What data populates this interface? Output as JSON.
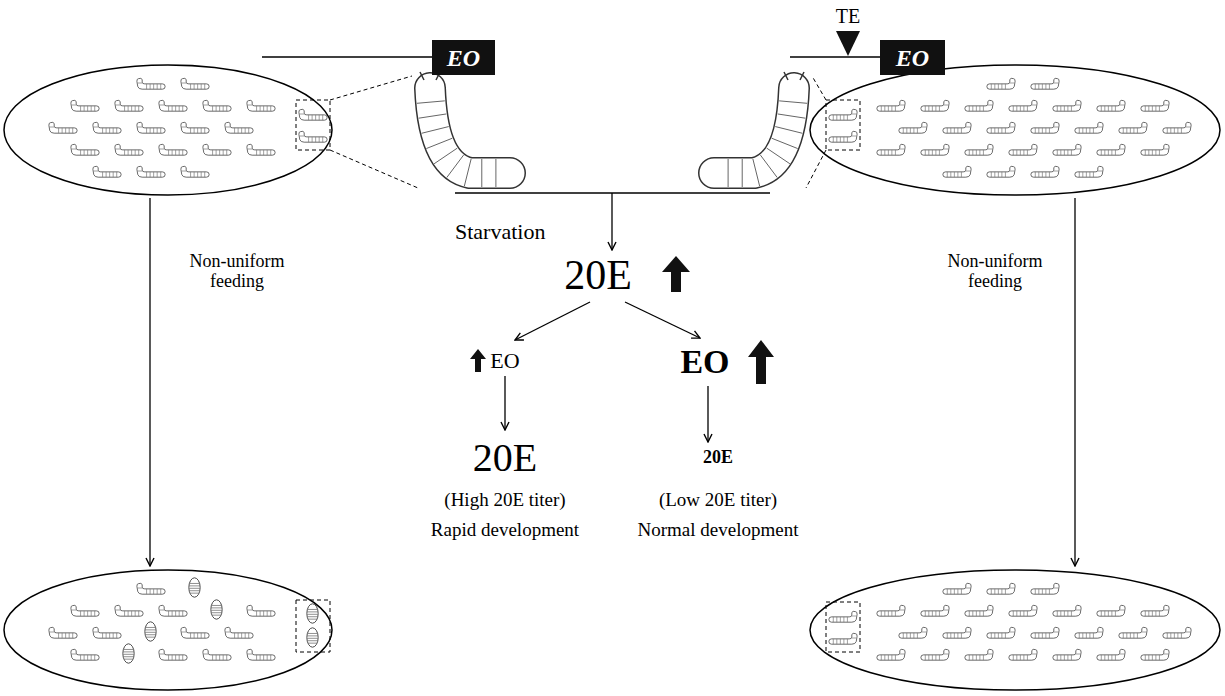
{
  "diagram": {
    "nodes": [
      {
        "text": [
          "EO"
        ]
      },
      {
        "text": [
          "EO"
        ]
      }
    ],
    "labels": [
      "TE",
      "Non-uniform feeding",
      "Starvation",
      "20E",
      "EO",
      "EO",
      "20E",
      "(High 20E titer)",
      "Rapid development",
      "20E",
      "(Low 20E titer)",
      "Normal development",
      "Non-uniform feeding"
    ]
  }
}
